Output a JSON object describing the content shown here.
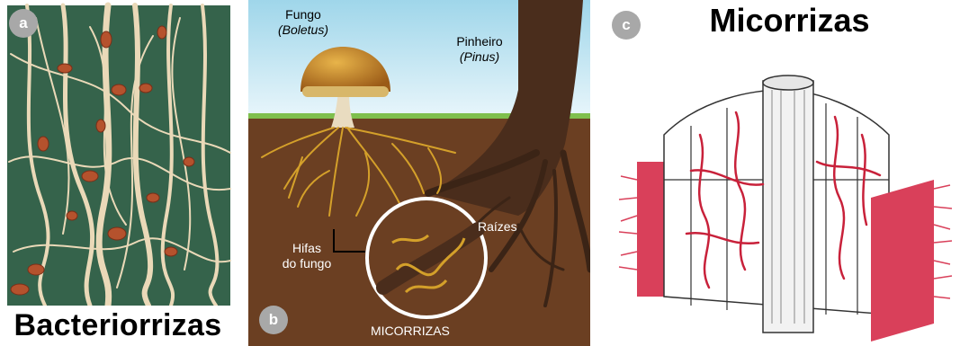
{
  "panel_a": {
    "badge": "a",
    "caption": "Bacteriorrizas"
  },
  "panel_b": {
    "badge": "b",
    "fungus_label_line1": "Fungo",
    "fungus_label_line2": "(Boletus)",
    "tree_label_line1": "Pinheiro",
    "tree_label_line2": "(Pinus)",
    "hyphae_label_line1": "Hifas",
    "hyphae_label_line2": "do fungo",
    "roots_label": "Raízes",
    "bottom_label": "MICORRIZAS"
  },
  "panel_c": {
    "badge": "c",
    "title": "Micorrizas"
  },
  "colors": {
    "badge": "#a8a8a8",
    "hyphae": "#d4a02a",
    "soil": "#6b3f22",
    "sky": "#9fd6ea",
    "red": "#c8213a"
  }
}
